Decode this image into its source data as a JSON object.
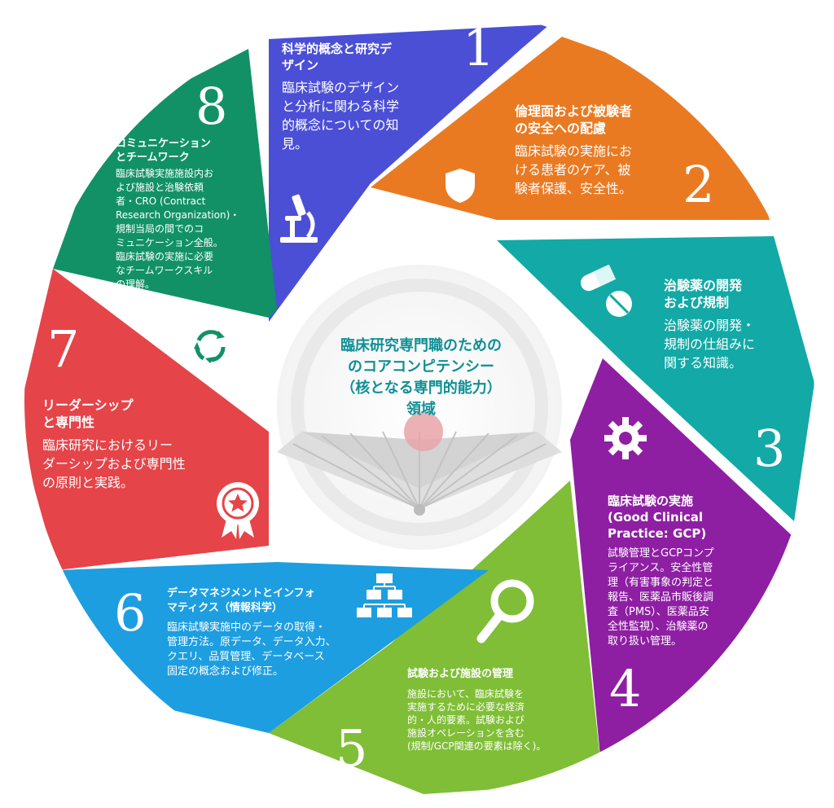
{
  "center": {
    "title": "臨床研究専門職のための\nのコアコンピテンシー\n（核となる専門的能力）\n領域"
  },
  "segments": [
    {
      "number": "1",
      "title": "科学的概念と研究デ\nザイン",
      "description": "臨床試験のデザイン\nと分析に関わる科学\n的概念についての知\n見。",
      "color": "#4b4fd6",
      "icon": "microscope-icon"
    },
    {
      "number": "2",
      "title": "倫理面および被験者\nの安全への配慮",
      "description": "臨床試験の実施にお\nける患者のケア、被\n験者保護、安全性。",
      "color": "#ea7a22",
      "icon": "shield-icon"
    },
    {
      "number": "3",
      "title": "治験薬の開発\nおよび規制",
      "description": "治験薬の開発・\n規制の仕組みに\n関する知識。",
      "color": "#12a9a6",
      "icon": "pill-icon"
    },
    {
      "number": "4",
      "title": "臨床試験の実施\n(Good Clinical\nPractice: GCP)",
      "description": "試験管理とGCPコンプ\nライアンス。安全性管\n理（有害事象の判定と\n報告、医薬品市販後調\n査（PMS）、医薬品安\n全性監視）、治験薬の\n取り扱い管理。",
      "color": "#8e1fa3",
      "icon": "gear-icon"
    },
    {
      "number": "5",
      "title": "試験および施設の管理",
      "description": "施設において、臨床試験を\n実施するために必要な経済\n的・人的要素。試験および\n施設オペレーションを含む\n(規制/GCP関連の要素は除く)。",
      "color": "#7fbe36",
      "icon": "magnifier-icon"
    },
    {
      "number": "6",
      "title": "データマネジメントとインフォ\nマティクス（情報科学）",
      "description": "臨床試験実施中のデータの取得・\n管理方法。原データ、データ入力、\nクエリ、品質管理、データベース\n固定の概念および修正。",
      "color": "#1d9ee0",
      "icon": "hierarchy-icon"
    },
    {
      "number": "7",
      "title": "リーダーシップ\nと専門性",
      "description": "臨床研究におけるリー\nダーシップおよび専門性\nの原則と実践。",
      "color": "#e54449",
      "icon": "award-badge-icon"
    },
    {
      "number": "8",
      "title": "コミュニケーション\nとチームワーク",
      "description": "臨床試験実施施設内お\nよび施設と治験依頼\n者・CRO (Contract\nResearch Organization)・\n規制当局の間でのコ\nミュニケーション全般。\n臨床試験の実施に必要\nなチームワークスキル\nの理解。",
      "color": "#129167",
      "icon": "cycle-arrows-icon"
    }
  ]
}
